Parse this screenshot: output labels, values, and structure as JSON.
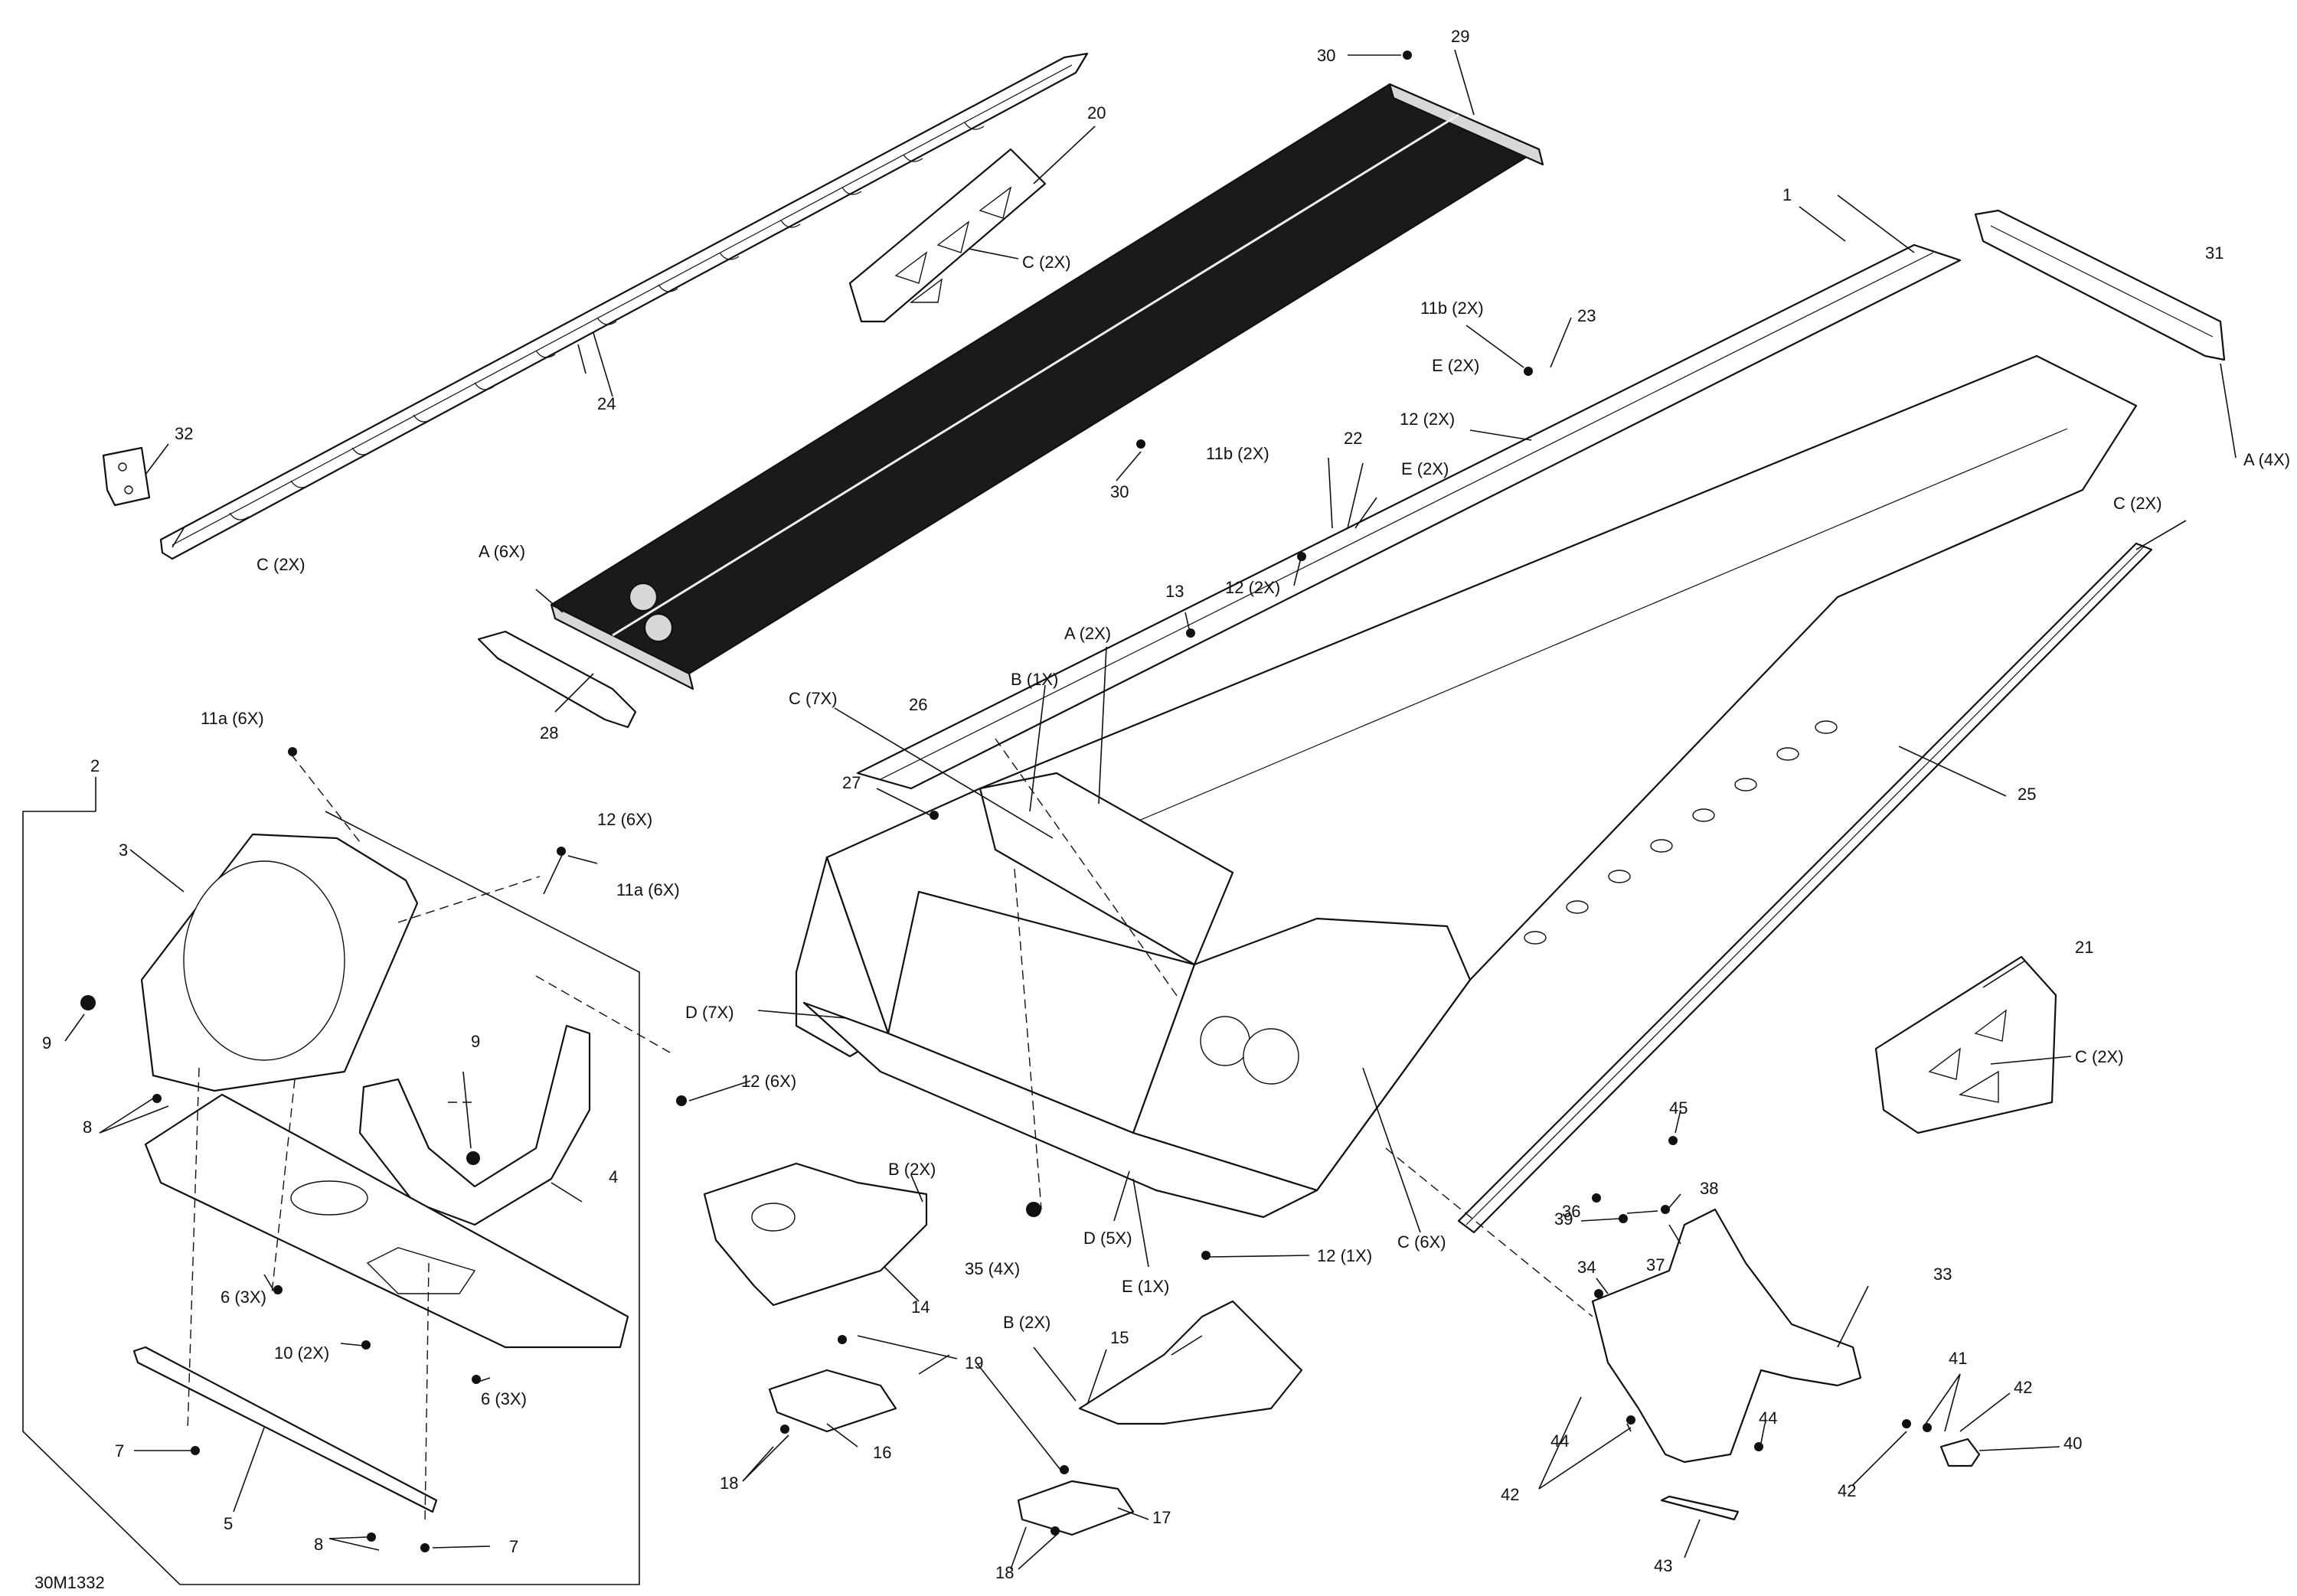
{
  "diagram_code": "30M1332",
  "callouts": {
    "c1": "1",
    "c2": "2",
    "c3": "3",
    "c4": "4",
    "c5": "5",
    "c6a": "6 (3X)",
    "c6b": "6 (3X)",
    "c7a": "7",
    "c7b": "7",
    "c8a": "8",
    "c8b": "8",
    "c9a": "9",
    "c9b": "9",
    "c10": "10 (2X)",
    "c11a_a": "11a (6X)",
    "c11a_b": "11a (6X)",
    "c11b_a": "11b (2X)",
    "c11b_b": "11b (2X)",
    "c12a": "12 (6X)",
    "c12b": "12 (6X)",
    "c12c": "12 (2X)",
    "c12d": "12 (2X)",
    "c12e": "12 (1X)",
    "c13": "13",
    "c14": "14",
    "c15": "15",
    "c16": "16",
    "c17": "17",
    "c18a": "18",
    "c18b": "18",
    "c19": "19",
    "c20": "20",
    "c21": "21",
    "c22": "22",
    "c23": "23",
    "c24": "24",
    "c25": "25",
    "c26": "26",
    "c27": "27",
    "c28": "28",
    "c29": "29",
    "c30a": "30",
    "c30b": "30",
    "c31": "31",
    "c32": "32",
    "c33": "33",
    "c34": "34",
    "c35": "35 (4X)",
    "c36": "36",
    "c37": "37",
    "c38": "38",
    "c39": "39",
    "c40": "40",
    "c41": "41",
    "c42a": "42",
    "c42b": "42",
    "c42c": "42",
    "c43": "43",
    "c44a": "44",
    "c44b": "44",
    "c45": "45",
    "cA6": "A (6X)",
    "cA2": "A (2X)",
    "cA4": "A (4X)",
    "cB1": "B (1X)",
    "cB2a": "B (2X)",
    "cB2b": "B (2X)",
    "cC7": "C (7X)",
    "cC2a": "C (2X)",
    "cC2b": "C (2X)",
    "cC2c": "C (2X)",
    "cC2d": "C (2X)",
    "cC6": "C (6X)",
    "cD7": "D (7X)",
    "cD5": "D (5X)",
    "cE1": "E (1X)",
    "cE2a": "E (2X)",
    "cE2b": "E (2X)"
  }
}
